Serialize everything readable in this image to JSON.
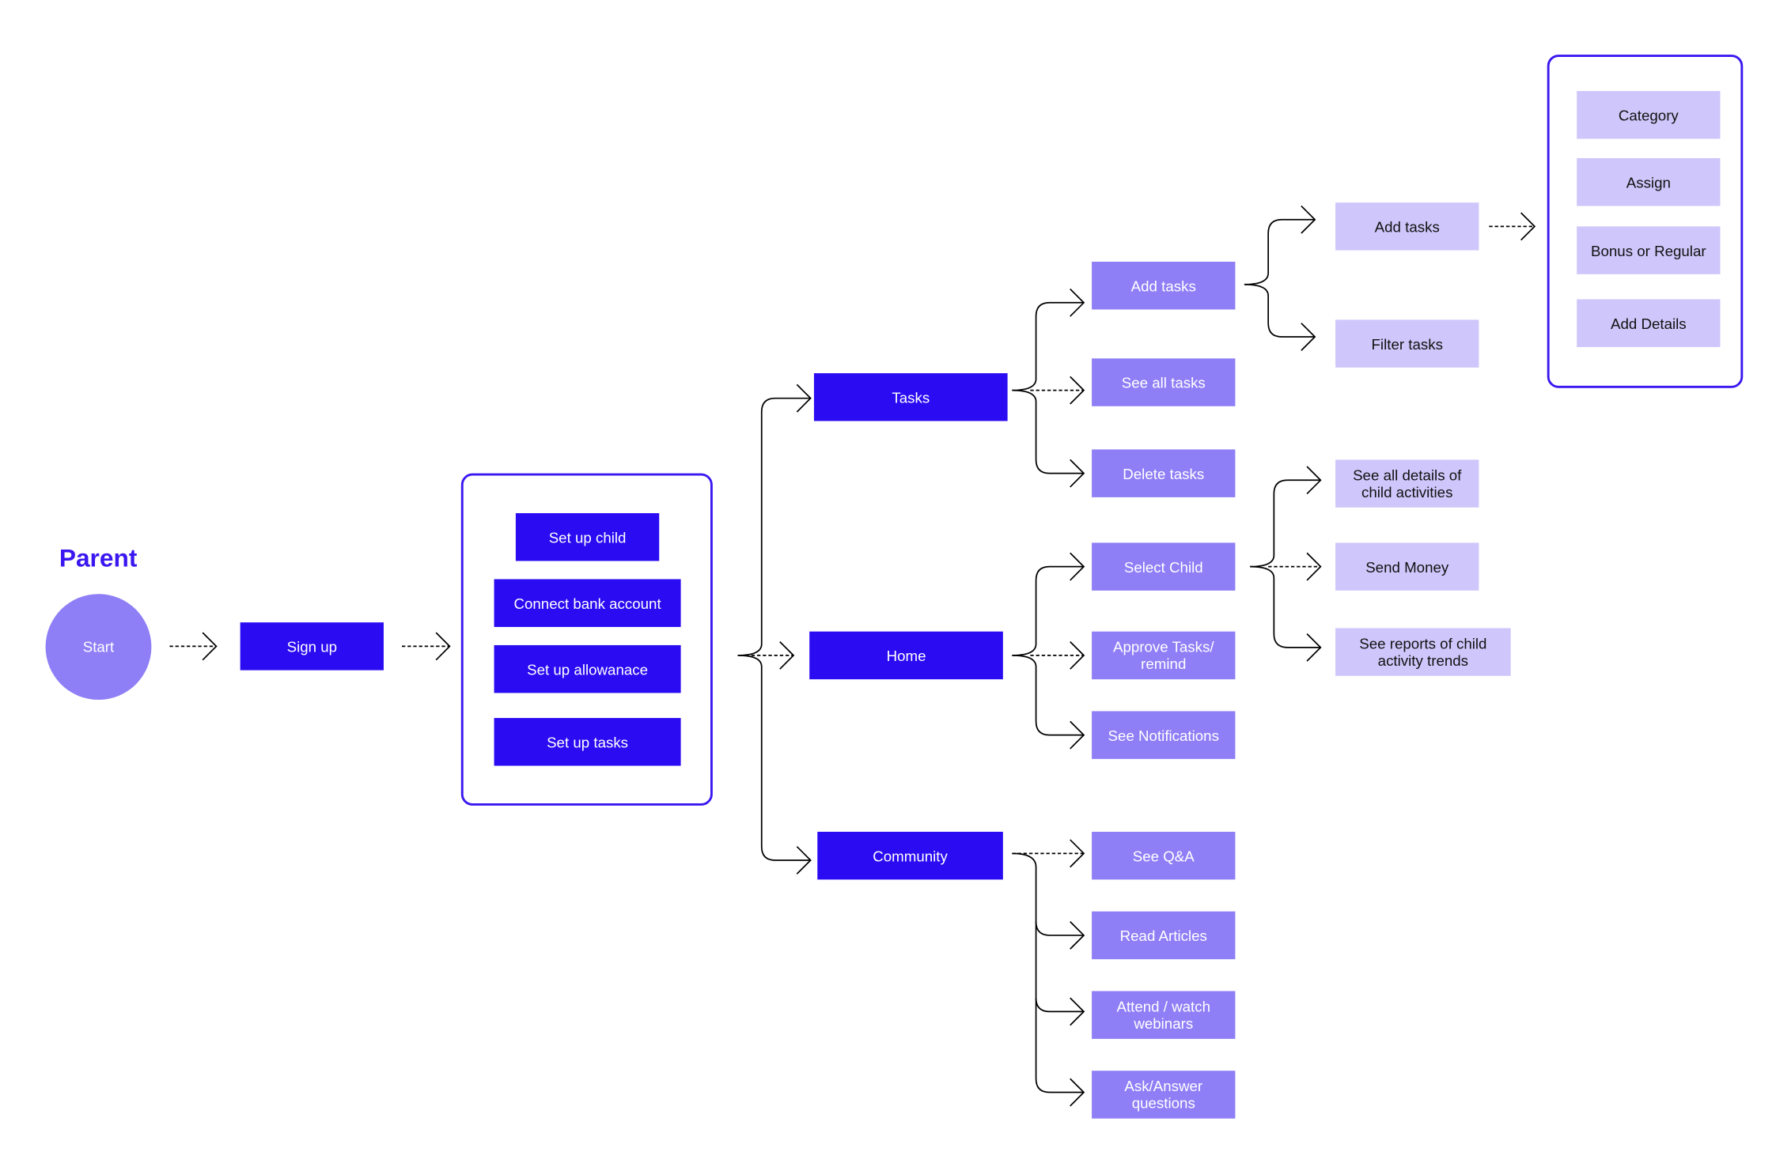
{
  "title": "Parent",
  "start": "Start",
  "signup": "Sign up",
  "setup": {
    "child": "Set up child",
    "bank": "Connect bank account",
    "allowance": "Set up allowanace",
    "tasks": "Set up tasks"
  },
  "sections": {
    "tasks": "Tasks",
    "home": "Home",
    "community": "Community"
  },
  "tasks_branch": {
    "add": "Add tasks",
    "see_all": "See all tasks",
    "delete": "Delete tasks",
    "add_sub": "Add tasks",
    "filter": "Filter tasks"
  },
  "task_details": {
    "category": "Category",
    "assign": "Assign",
    "bonus": "Bonus or Regular",
    "add_details": "Add Details"
  },
  "home_branch": {
    "select_child": "Select Child",
    "approve": "Approve Tasks/ remind",
    "notifications": "See Notifications",
    "see_details": "See all details of child activities",
    "send_money": "Send Money",
    "reports": "See reports of child activity trends"
  },
  "community_branch": {
    "qa": "See Q&A",
    "articles": "Read Articles",
    "webinars": "Attend / watch webinars",
    "ask": "Ask/Answer questions"
  },
  "colors": {
    "primary": "#2A0BF2",
    "medium": "#8E7FF6",
    "light": "#CFC7FB",
    "accent": "#3A17F0"
  }
}
